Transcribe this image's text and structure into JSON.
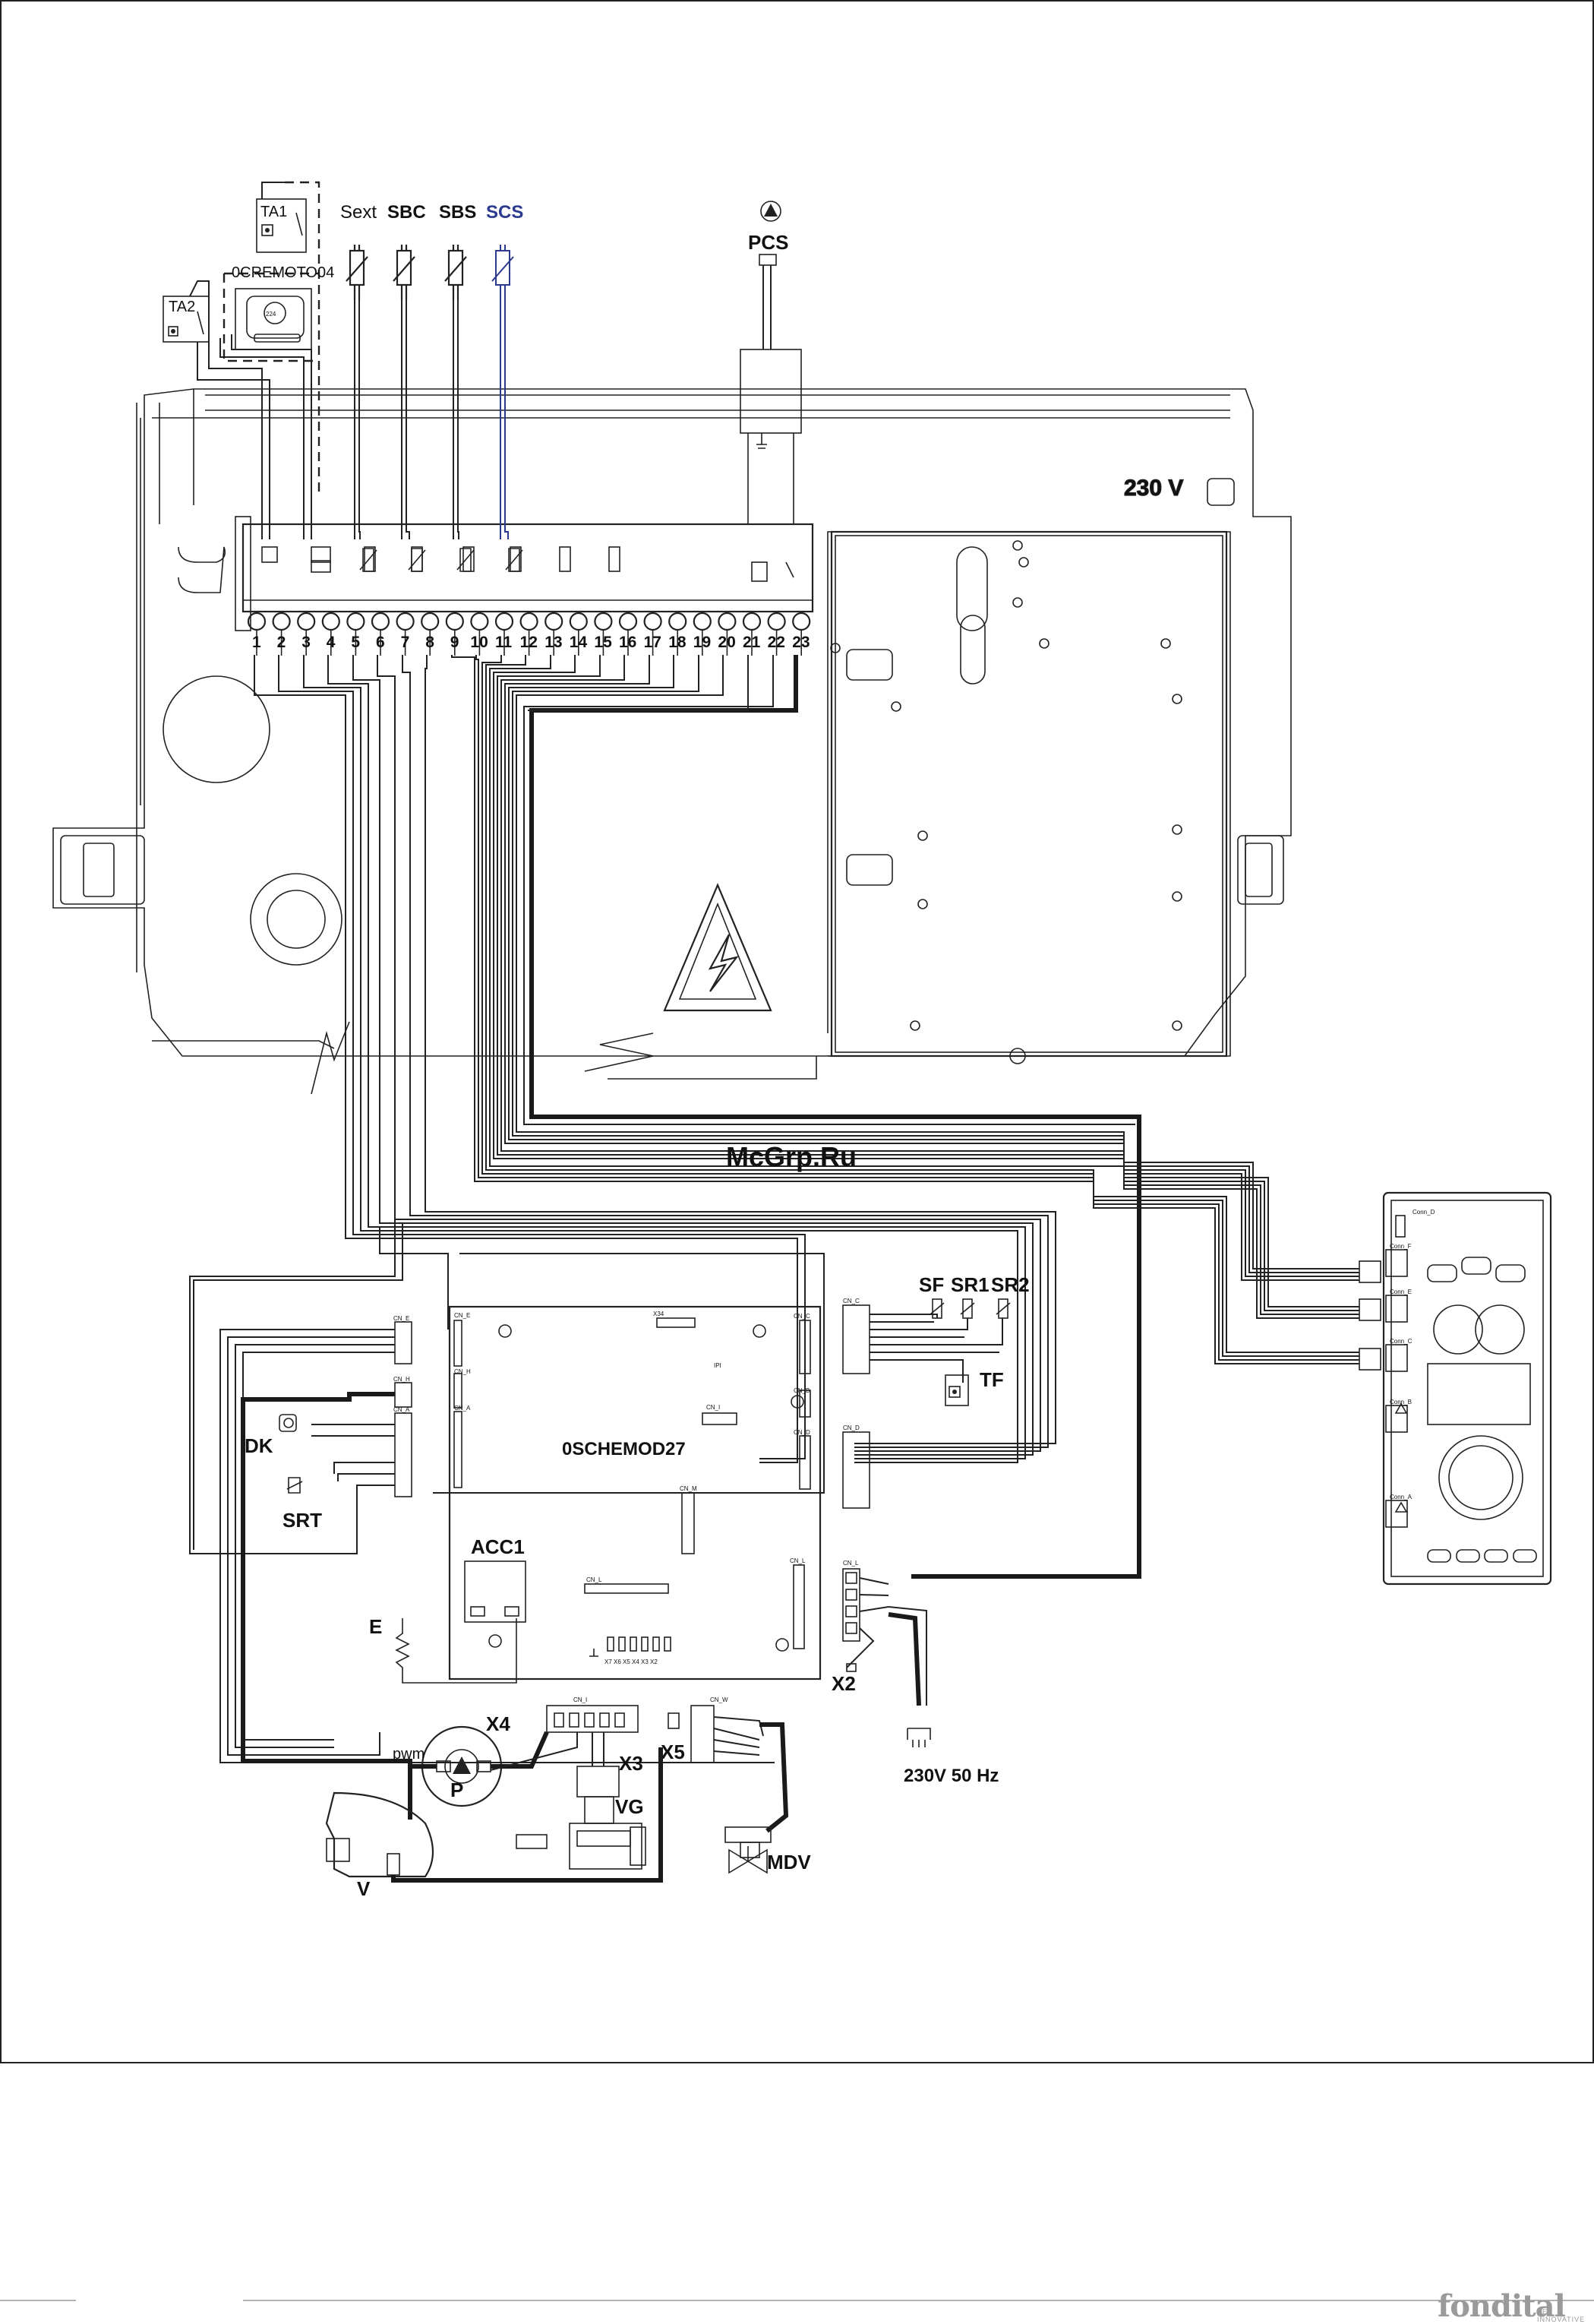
{
  "diagram": {
    "probes": [
      "Sext",
      "SBC",
      "SBS",
      "SCS"
    ],
    "top_labels": {
      "ta1": "TA1",
      "ta2": "TA2",
      "remote": "0CREMOTO04",
      "pump_cs": "PCS"
    },
    "terminals": [
      "1",
      "2",
      "3",
      "4",
      "5",
      "6",
      "7",
      "8",
      "9",
      "10",
      "11",
      "12",
      "13",
      "14",
      "15",
      "16",
      "17",
      "18",
      "19",
      "20",
      "21",
      "22",
      "23"
    ],
    "voltage_tag": "230 V",
    "board_label": "0SCHEMOD27",
    "acc_label": "ACC1",
    "sensor_labels": [
      "SF",
      "SR1",
      "SR2"
    ],
    "tf_label": "TF",
    "left_components": [
      "DK",
      "SRT",
      "E"
    ],
    "bottom_components": {
      "x4": "X4",
      "x3": "X3",
      "x5": "X5",
      "pump": "P",
      "vg": "VG",
      "valve": "V",
      "mdv": "MDV",
      "x2": "X2",
      "pwm": "pwm"
    },
    "power": "230V 50 Hz",
    "watermark": "McGrp.Ru"
  },
  "brand": {
    "name": "fondital",
    "tagline": "BE INNOVATIVE"
  }
}
